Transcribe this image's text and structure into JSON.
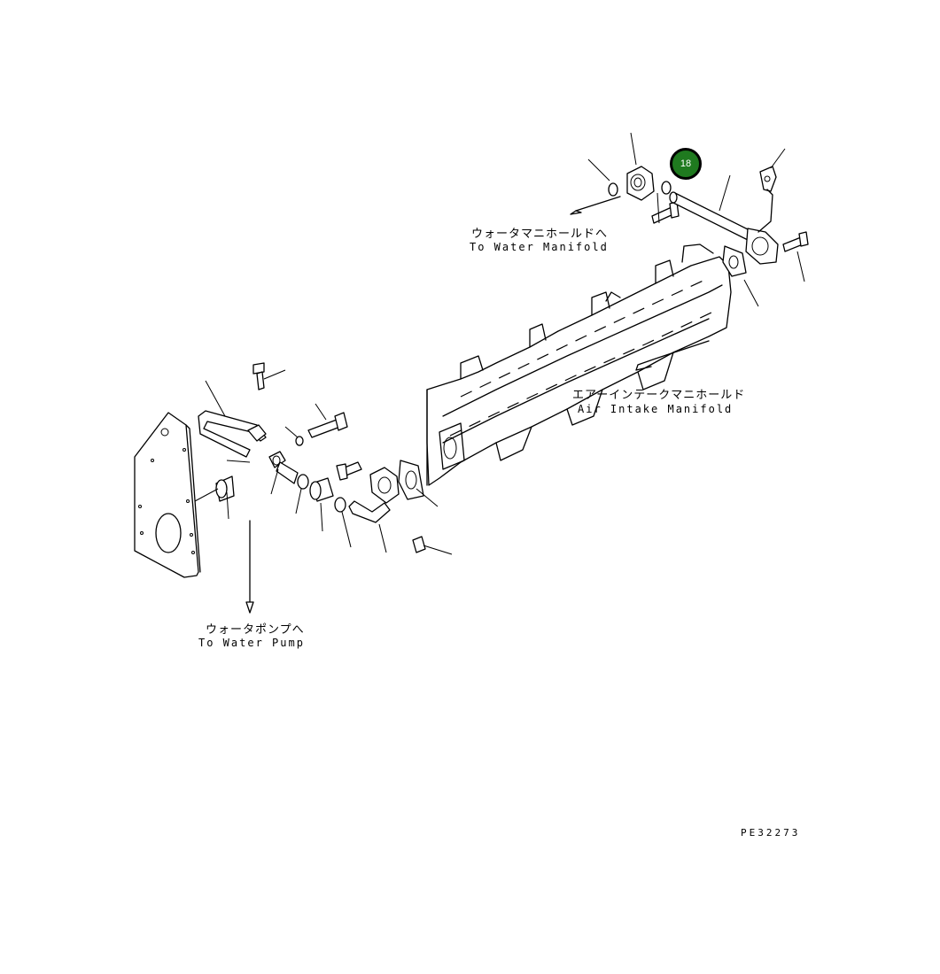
{
  "diagram": {
    "drawing_number": "PE32273",
    "callouts": [
      {
        "number": "18",
        "color": "#1f7a1f"
      }
    ],
    "labels": {
      "water_manifold_jp": "ウォータマニホールドへ",
      "water_manifold_en": "To Water Manifold",
      "air_intake_jp": "エアーインテークマニホールド",
      "air_intake_en": "Air Intake Manifold",
      "water_pump_jp": "ウォータポンプへ",
      "water_pump_en": "To Water Pump"
    }
  }
}
